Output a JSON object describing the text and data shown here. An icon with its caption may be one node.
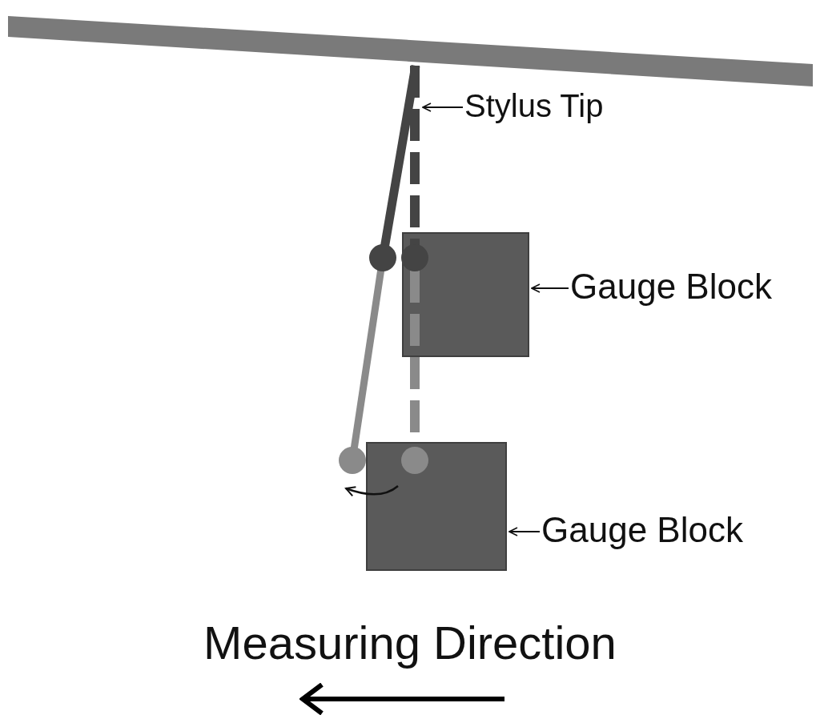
{
  "diagram": {
    "nodes": [
      {
        "text": [
          "Stylus Tip"
        ]
      },
      {
        "text": [],
        "shape": "bar"
      },
      {
        "text": [
          "Gauge Block"
        ]
      },
      {
        "text": [],
        "shape": "box"
      },
      {
        "text": [
          "Gauge Block"
        ]
      },
      {
        "text": [],
        "shape": "box"
      }
    ],
    "edges": [
      {
        "from": 0,
        "to": 1,
        "arrow": "to"
      },
      {
        "from": 2,
        "to": 3,
        "arrow": "to"
      },
      {
        "from": 4,
        "to": 5,
        "arrow": "to"
      }
    ],
    "labels": [
      "Measuring Direction"
    ]
  }
}
